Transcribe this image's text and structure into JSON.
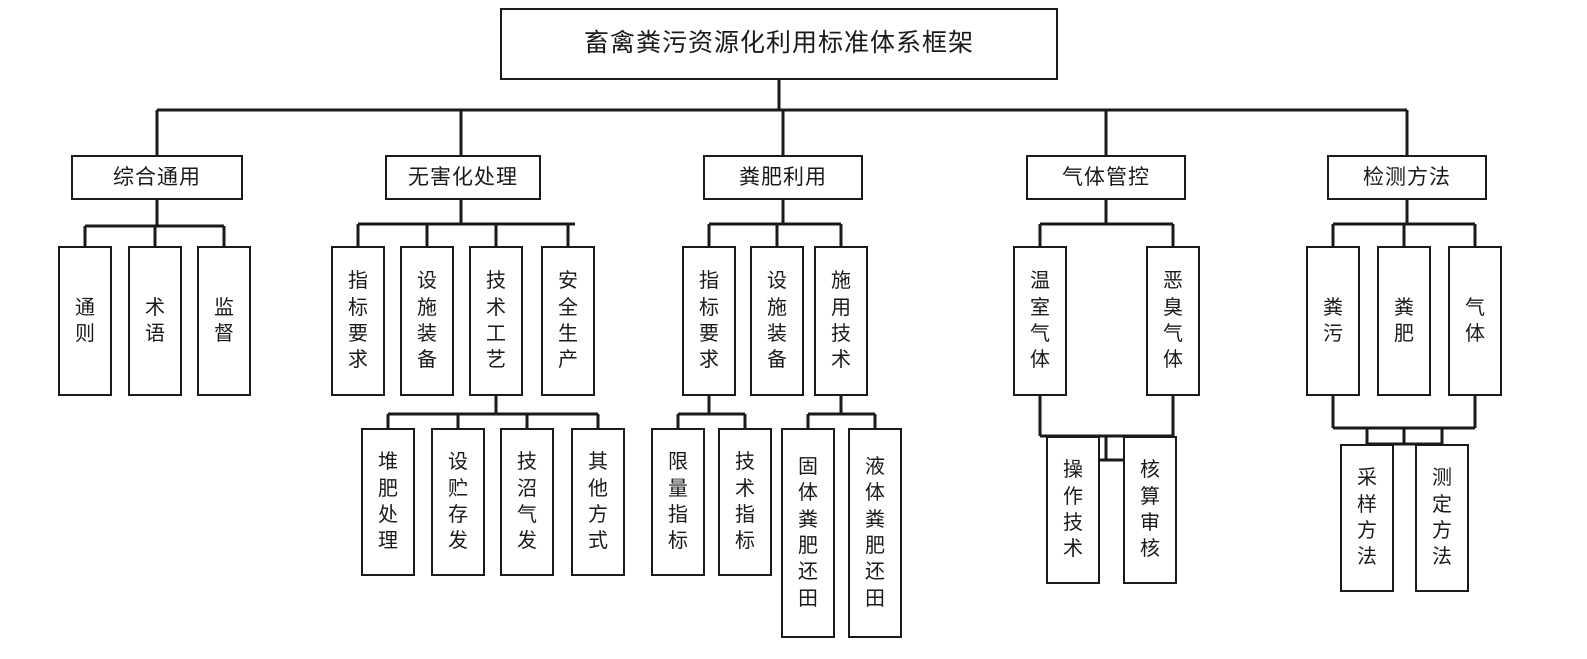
{
  "diagram": {
    "title": "畜禽粪污资源化利用标准体系框架",
    "type": "hierarchy-tree",
    "orientation": "top-down",
    "levels": 4,
    "colors": {
      "background": "#ffffff",
      "box_border": "#1a1a1a",
      "box_fill": "#ffffff",
      "connector": "#1a1a1a",
      "text": "#1a1a1a"
    },
    "root": {
      "label": "畜禽粪污资源化利用标准体系框架"
    },
    "branches": [
      {
        "id": "branch-comprehensive",
        "label": "综合通用",
        "children": [
          {
            "id": "n-tongze",
            "label": "通则",
            "vertical_label": "通\n则",
            "children": []
          },
          {
            "id": "n-shuyu",
            "label": "术语",
            "vertical_label": "术\n语",
            "children": []
          },
          {
            "id": "n-jiandu",
            "label": "监督",
            "vertical_label": "监\n督",
            "children": []
          }
        ]
      },
      {
        "id": "branch-harmless",
        "label": "无害化处理",
        "children": [
          {
            "id": "n-wh-zhibiao",
            "label": "指标要求",
            "vertical_label": "指\n标\n要\n求",
            "children": []
          },
          {
            "id": "n-wh-sheshi",
            "label": "设施装备",
            "vertical_label": "设\n施\n装\n备",
            "children": []
          },
          {
            "id": "n-wh-jishu",
            "label": "技术工艺",
            "vertical_label": "技\n术\n工\n艺",
            "children": [
              {
                "id": "n-duifei",
                "label": "堆肥处理",
                "vertical_label": "堆\n肥\n处\n理"
              },
              {
                "id": "n-shezhu",
                "label": "设贮存发",
                "vertical_label": "设\n贮\n存\n发"
              },
              {
                "id": "n-zhaoqi",
                "label": "技沼气发",
                "vertical_label": "技\n沼\n气\n发"
              },
              {
                "id": "n-qita",
                "label": "其他方式",
                "vertical_label": "其\n他\n方\n式"
              }
            ]
          },
          {
            "id": "n-wh-anquan",
            "label": "安全生产",
            "vertical_label": "安\n全\n生\n产",
            "children": []
          }
        ]
      },
      {
        "id": "branch-manure-use",
        "label": "粪肥利用",
        "children": [
          {
            "id": "n-fy-zhibiao",
            "label": "指标要求",
            "vertical_label": "指\n标\n要\n求",
            "children": [
              {
                "id": "n-xianliang",
                "label": "限量指标",
                "vertical_label": "限\n量\n指\n标"
              },
              {
                "id": "n-jishu-zb",
                "label": "技术指标",
                "vertical_label": "技\n术\n指\n标"
              }
            ]
          },
          {
            "id": "n-fy-sheshi",
            "label": "设施装备",
            "vertical_label": "设\n施\n装\n备",
            "children": []
          },
          {
            "id": "n-fy-shiyong",
            "label": "施用技术",
            "vertical_label": "施\n用\n技\n术",
            "children": [
              {
                "id": "n-guti",
                "label": "固体粪肥还田",
                "vertical_label": "固\n体\n粪\n肥\n还\n田"
              },
              {
                "id": "n-yeti",
                "label": "液体粪肥还田",
                "vertical_label": "液\n体\n粪\n肥\n还\n田"
              }
            ]
          }
        ]
      },
      {
        "id": "branch-gas-control",
        "label": "气体管控",
        "merged_children": true,
        "children": [
          {
            "id": "n-wenshi",
            "label": "温室气体",
            "vertical_label": "温\n室\n气\n体"
          },
          {
            "id": "n-echou",
            "label": "恶臭气体",
            "vertical_label": "恶\n臭\n气\n体"
          }
        ],
        "grandchildren": [
          {
            "id": "n-caozuo",
            "label": "操作技术",
            "vertical_label": "操\n作\n技\n术"
          },
          {
            "id": "n-hesuan",
            "label": "核算审核",
            "vertical_label": "核\n算\n审\n核"
          }
        ]
      },
      {
        "id": "branch-detection",
        "label": "检测方法",
        "merged_children": true,
        "children": [
          {
            "id": "n-fenwu",
            "label": "粪污",
            "vertical_label": "粪\n污"
          },
          {
            "id": "n-fenfei",
            "label": "粪肥",
            "vertical_label": "粪\n肥"
          },
          {
            "id": "n-qiti",
            "label": "气体",
            "vertical_label": "气\n体"
          }
        ],
        "grandchildren": [
          {
            "id": "n-caiyang",
            "label": "采样方法",
            "vertical_label": "采\n样\n方\n法"
          },
          {
            "id": "n-ceding",
            "label": "测定方法",
            "vertical_label": "测\n定\n方\n法"
          }
        ]
      }
    ]
  }
}
